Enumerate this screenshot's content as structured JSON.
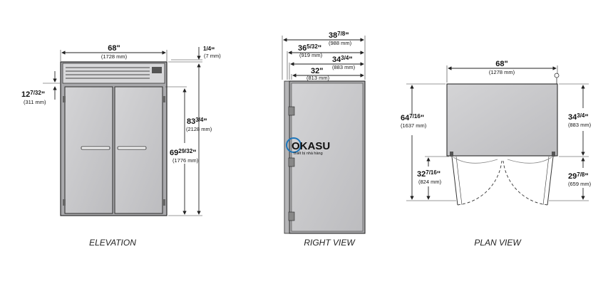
{
  "captions": {
    "elevation": "ELEVATION",
    "right_view": "RIGHT VIEW",
    "plan_view": "PLAN VIEW"
  },
  "elevation": {
    "width": {
      "whole": "68",
      "frac": "",
      "inch": "\"",
      "mm": "(1728 mm)"
    },
    "louver_gap": {
      "whole": "",
      "frac": "1/4",
      "inch": "\"",
      "mm": "(7 mm)"
    },
    "door_top": {
      "whole": "12",
      "frac": "7/32",
      "inch": "\"",
      "mm": "(311 mm)"
    },
    "total_height": {
      "whole": "83",
      "frac": "3/4",
      "inch": "\"",
      "mm": "(2128 mm)"
    },
    "door_height": {
      "whole": "69",
      "frac": "29/32",
      "inch": "\"",
      "mm": "(1776 mm)"
    }
  },
  "right_view": {
    "overall_depth": {
      "whole": "38",
      "frac": "7/8",
      "inch": "\"",
      "mm": "(988 mm)"
    },
    "depth_handle": {
      "whole": "36",
      "frac": "5/32",
      "inch": "\"",
      "mm": "(919 mm)"
    },
    "cabinet_depth": {
      "whole": "34",
      "frac": "3/4",
      "inch": "\"",
      "mm": "(883 mm)"
    },
    "body_depth": {
      "whole": "32",
      "frac": "",
      "inch": "\"",
      "mm": "(813 mm)"
    },
    "watermark": "OKASU",
    "watermark_sub": "thiết bị nhà hàng"
  },
  "plan_view": {
    "width": {
      "whole": "68",
      "frac": "",
      "inch": "\"",
      "mm": "(1278 mm)"
    },
    "total_depth": {
      "whole": "64",
      "frac": "7/16",
      "inch": "\"",
      "mm": "(1637 mm)"
    },
    "door_swing": {
      "whole": "32",
      "frac": "7/16",
      "inch": "\"",
      "mm": "(824 mm)"
    },
    "cabinet_depth": {
      "whole": "34",
      "frac": "3/4",
      "inch": "\"",
      "mm": "(883 mm)"
    },
    "door_clear": {
      "whole": "29",
      "frac": "7/8",
      "inch": "\"",
      "mm": "(659 mm)"
    }
  },
  "colors": {
    "cabinet_fill": "#c9c9cb",
    "cabinet_stroke": "#2a2a2a",
    "watermark_accent": "#1b75bb"
  }
}
